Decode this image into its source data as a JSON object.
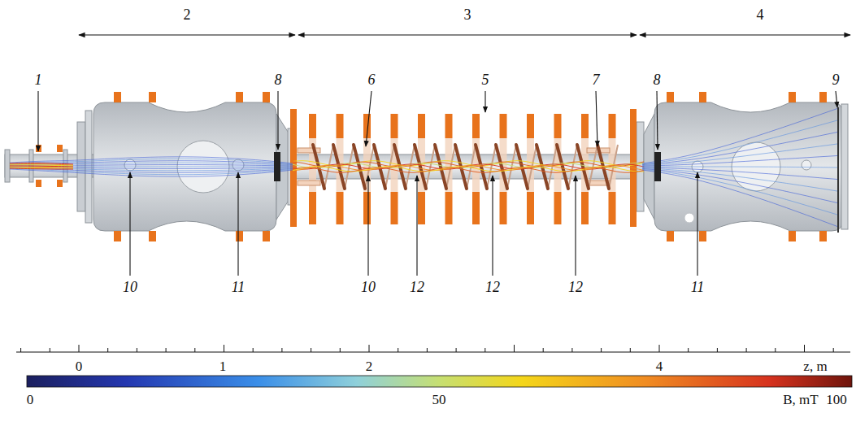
{
  "diagram": {
    "labels": [
      "2",
      "3",
      "4",
      "1",
      "8",
      "6",
      "5",
      "7",
      "8",
      "9",
      "10",
      "11",
      "10",
      "12",
      "12",
      "12",
      "11",
      "0",
      "1",
      "2",
      "4",
      "z, m",
      "0",
      "50",
      "B, mT",
      "100"
    ]
  }
}
